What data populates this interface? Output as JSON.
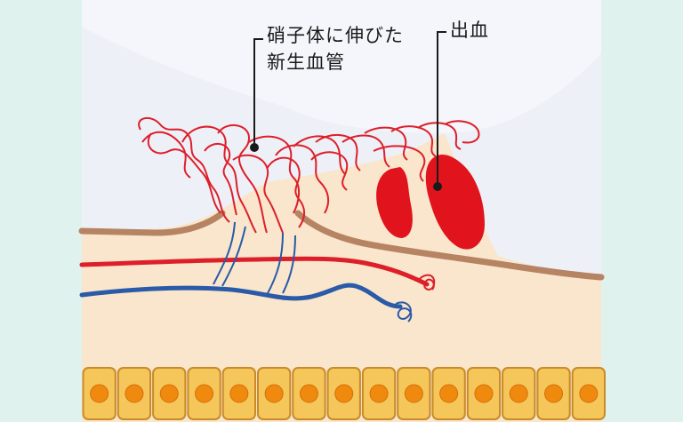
{
  "labels": {
    "neovascularization_line1": "硝子体に伸びた",
    "neovascularization_line2": "新生血管",
    "hemorrhage": "出血"
  },
  "colors": {
    "side_panel": "#dff2ee",
    "vitreous": "#eef0f8",
    "retina": "#f9e6cc",
    "membrane": "#b68363",
    "vessel_red": "#dd1f2a",
    "vessel_blue": "#2a5aa8",
    "hemorrhage": "#e1141d",
    "cell_fill": "#f5c65a",
    "cell_border": "#c98a2a",
    "cell_nucleus": "#ef8a0f"
  }
}
